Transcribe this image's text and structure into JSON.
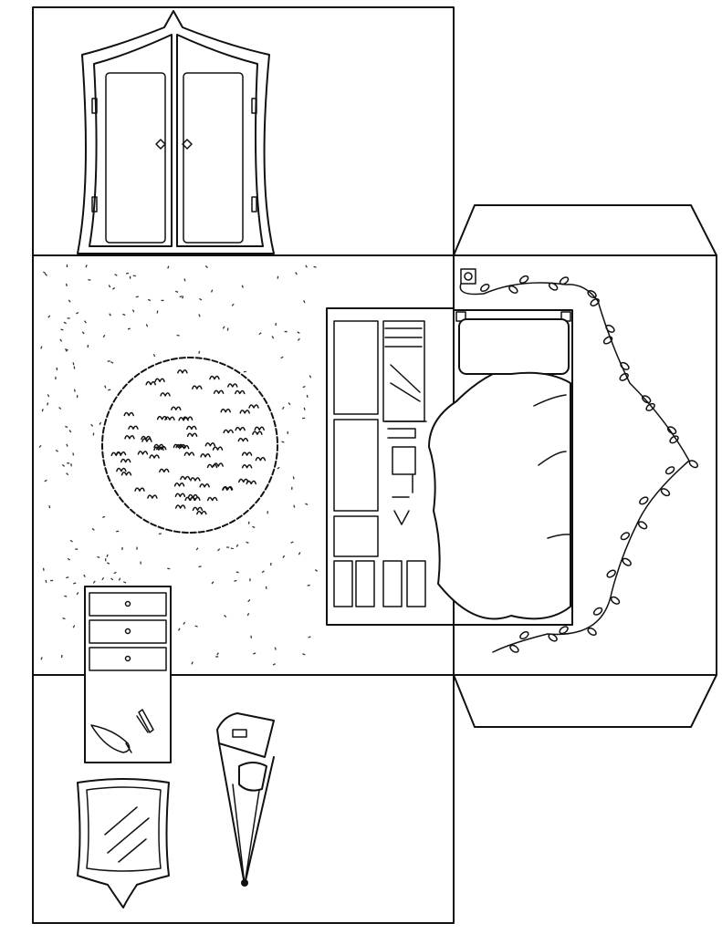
{
  "page": {
    "background": "#ffffff",
    "line_color": "#111111"
  },
  "panels": {
    "top_wall": {
      "content": [
        "wardrobe"
      ]
    },
    "floor": {
      "content": [
        "round-rug",
        "bookshelf",
        "bed",
        "dresser-top",
        "string-lights",
        "wall-outlet"
      ]
    },
    "bottom_wall": {
      "content": [
        "dresser-front",
        "hairbrush",
        "lipsticks",
        "mirror",
        "hanging-bag"
      ]
    },
    "right_flap": {
      "content": [
        "bed-side",
        "string-lights"
      ]
    }
  }
}
